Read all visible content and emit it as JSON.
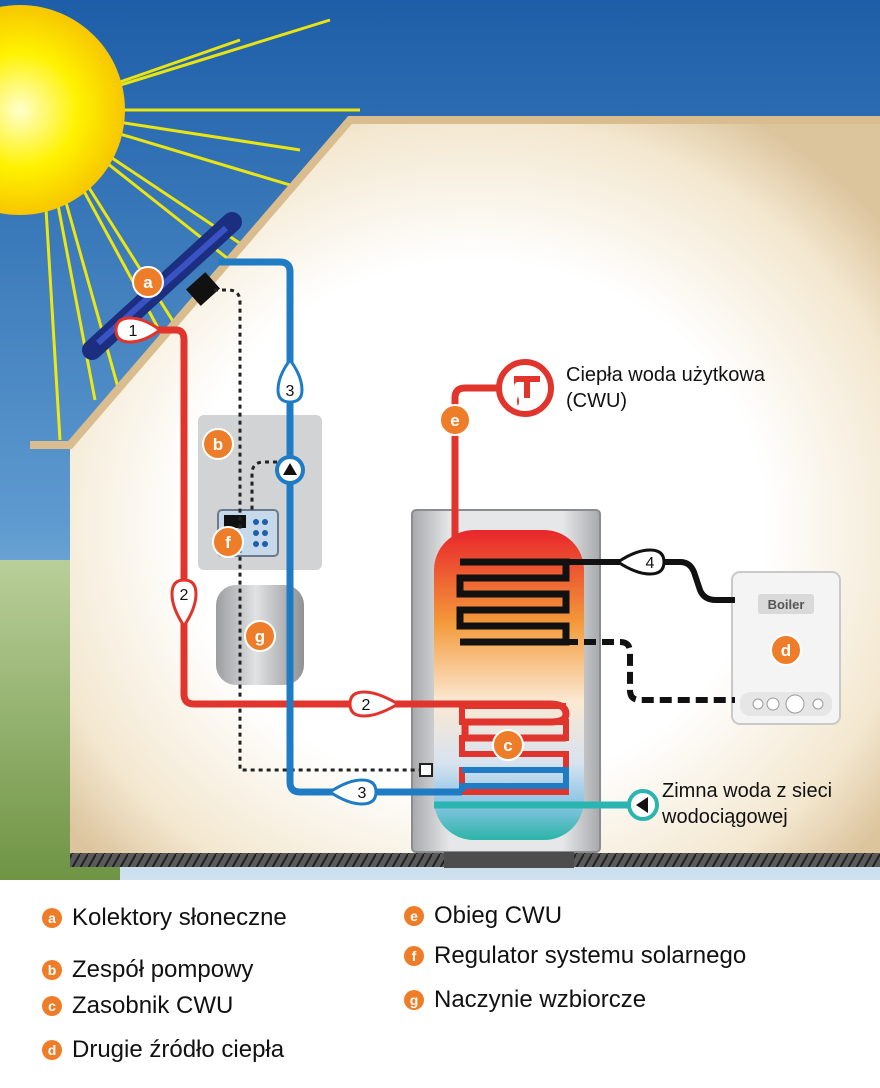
{
  "diagram": {
    "labels": {
      "hot_water": [
        "Ciepła woda użytkowa",
        "(CWU)"
      ],
      "cold_water": [
        "Zimna woda z sieci",
        "wodociągowej"
      ],
      "boiler_brand": "Boiler"
    },
    "component_markers": [
      "a",
      "b",
      "c",
      "d",
      "e",
      "f",
      "g"
    ],
    "pipe_markers": [
      "1",
      "2",
      "2",
      "3",
      "3",
      "4"
    ]
  },
  "legend": [
    {
      "letter": "a",
      "text": "Kolektory słoneczne"
    },
    {
      "letter": "b",
      "text": "Zespół pompowy"
    },
    {
      "letter": "c",
      "text": "Zasobnik CWU"
    },
    {
      "letter": "d",
      "text": "Drugie źródło ciepła"
    },
    {
      "letter": "e",
      "text": "Obieg CWU"
    },
    {
      "letter": "f",
      "text": "Regulator systemu solarnego"
    },
    {
      "letter": "g",
      "text": "Naczynie wzbiorcze"
    }
  ],
  "colors": {
    "hot_pipe": "#e0342c",
    "cold_pipe": "#1f7cc4",
    "boiler_pipe": "#1a1a1a",
    "cold_water_pipe": "#2bb5b0",
    "marker": "#ee7d2a",
    "sky": "#2a6fb8",
    "sun": "#fff200"
  }
}
